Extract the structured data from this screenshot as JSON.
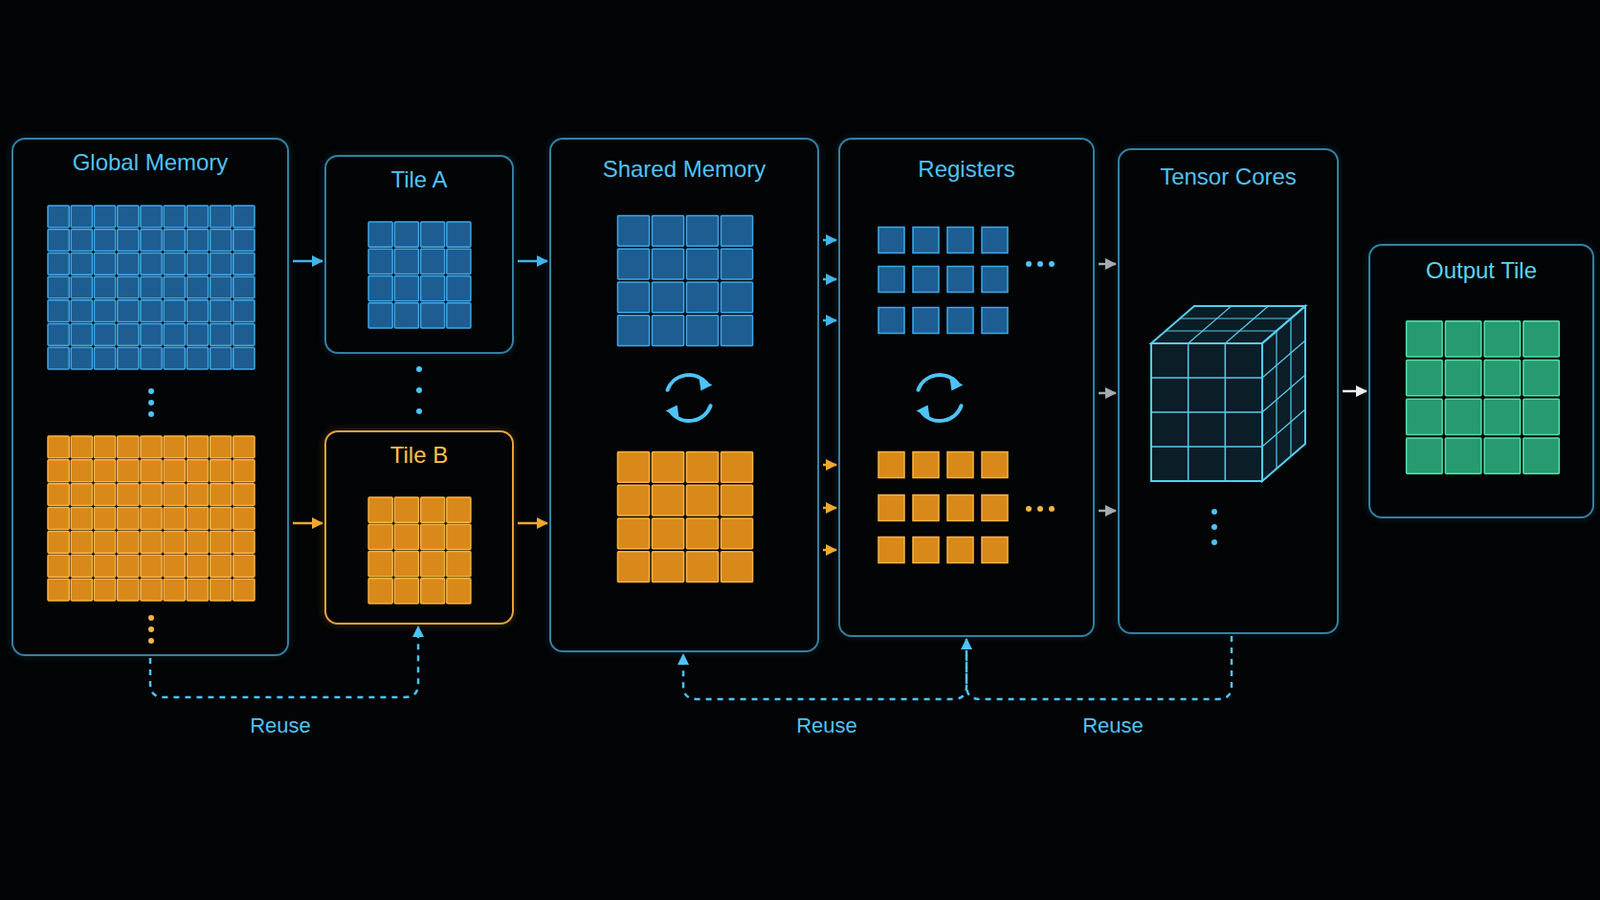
{
  "diagram": {
    "nodes": [
      {
        "text": [
          "Global Memory"
        ]
      },
      {
        "text": [
          "Tile A"
        ]
      },
      {
        "text": [
          "Tile B"
        ]
      },
      {
        "text": [
          "Shared Memory"
        ]
      },
      {
        "text": [
          "Registers"
        ]
      },
      {
        "text": [
          "Tensor Cores"
        ]
      },
      {
        "text": [
          "Output Tile"
        ]
      }
    ],
    "edges": [
      {
        "from": 0,
        "to": 1,
        "arrow": "to"
      },
      {
        "from": 0,
        "to": 2,
        "arrow": "to"
      },
      {
        "from": 1,
        "to": 3,
        "arrow": "to"
      },
      {
        "from": 2,
        "to": 3,
        "arrow": "to"
      },
      {
        "from": 3,
        "to": 4,
        "arrow": "to"
      },
      {
        "from": 3,
        "to": 4,
        "arrow": "to"
      },
      {
        "from": 3,
        "to": 4,
        "arrow": "to"
      },
      {
        "from": 3,
        "to": 4,
        "arrow": "to"
      },
      {
        "from": 3,
        "to": 4,
        "arrow": "to"
      },
      {
        "from": 3,
        "to": 4,
        "arrow": "to"
      },
      {
        "from": 4,
        "to": 5,
        "arrow": "to"
      },
      {
        "from": 4,
        "to": 5,
        "arrow": "to"
      },
      {
        "from": 4,
        "to": 5,
        "arrow": "to"
      },
      {
        "from": 5,
        "to": 6,
        "arrow": "to"
      },
      {
        "from": 0,
        "to": 2,
        "label": "Reuse",
        "arrow": "to"
      },
      {
        "from": 4,
        "to": 3,
        "label": "Reuse",
        "arrow": "to"
      },
      {
        "from": 5,
        "to": 4,
        "label": "Reuse",
        "arrow": "to"
      }
    ]
  }
}
